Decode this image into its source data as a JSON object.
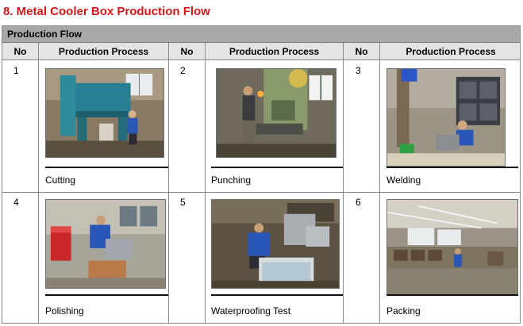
{
  "heading": "8. Metal Cooler Box Production Flow",
  "table": {
    "title": "Production Flow",
    "columns": [
      "No",
      "Production Process",
      "No",
      "Production Process",
      "No",
      "Production Process"
    ]
  },
  "steps": [
    {
      "no": "1",
      "process": "Cutting"
    },
    {
      "no": "2",
      "process": "Punching"
    },
    {
      "no": "3",
      "process": "Welding"
    },
    {
      "no": "4",
      "process": "Polishing"
    },
    {
      "no": "5",
      "process": "Waterproofing Test"
    },
    {
      "no": "6",
      "process": "Packing"
    }
  ]
}
